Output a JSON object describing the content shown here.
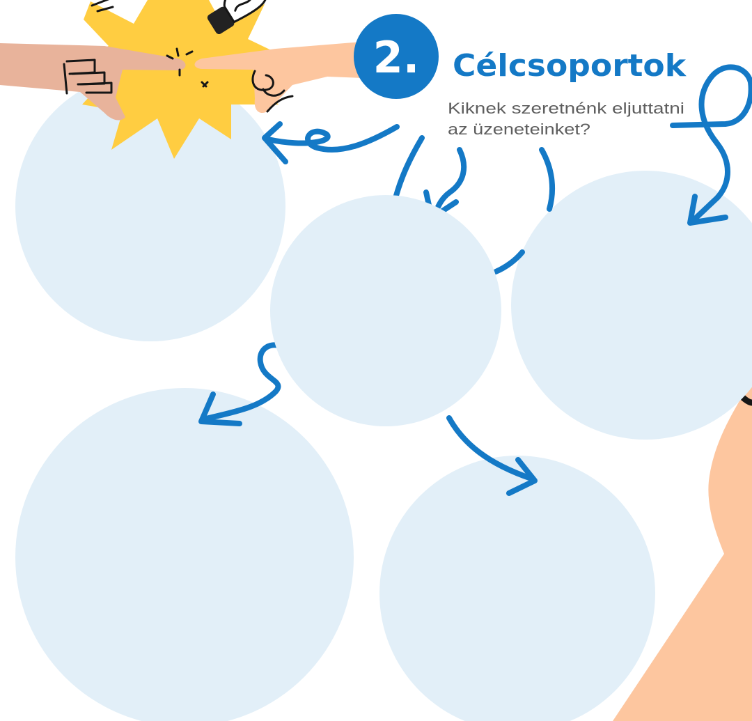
{
  "section": {
    "number": "2.",
    "title": "Célcsoportok",
    "subtitle_lines": [
      "Kiknek szeretnénk eljuttatni",
      "az üzeneteinket?"
    ]
  },
  "colors": {
    "accent": "#1479c6",
    "circle_fill": "#e2eff8",
    "starburst": "#ffcd41",
    "skin_light": "#fdc69f",
    "skin_dark": "#e8b39b",
    "text_gray": "#5e5e5e",
    "outline": "#161616"
  },
  "icons": [
    "fist-bump-hands",
    "starburst",
    "light-bulb",
    "curved-arrow",
    "arm"
  ]
}
